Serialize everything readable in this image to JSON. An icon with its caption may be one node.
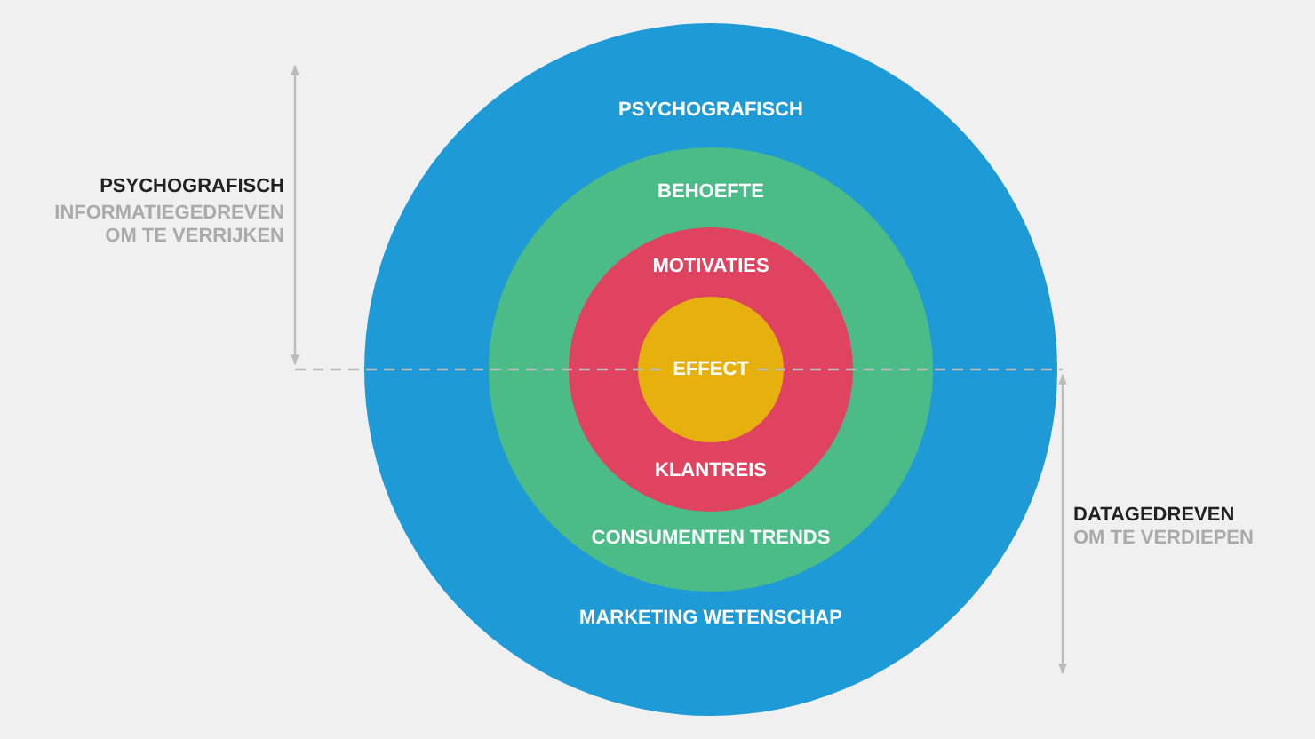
{
  "diagram": {
    "nodes": [
      {
        "text": [
          "PSYCHOGRAFISCH",
          "MARKETING WETENSCHAP"
        ]
      },
      {
        "text": [
          "BEHOEFTE",
          "CONSUMENTEN TRENDS"
        ],
        "in": 0
      },
      {
        "text": [
          "MOTIVATIES",
          "KLANTREIS"
        ],
        "in": 1
      },
      {
        "text": [
          "EFFECT"
        ],
        "in": 2
      }
    ],
    "labels": [
      "PSYCHOGRAFISCH",
      "INFORMATIEGEDREVEN OM TE VERRIJKEN",
      "DATAGEDREVEN",
      "OM TE VERDIEPEN"
    ]
  }
}
